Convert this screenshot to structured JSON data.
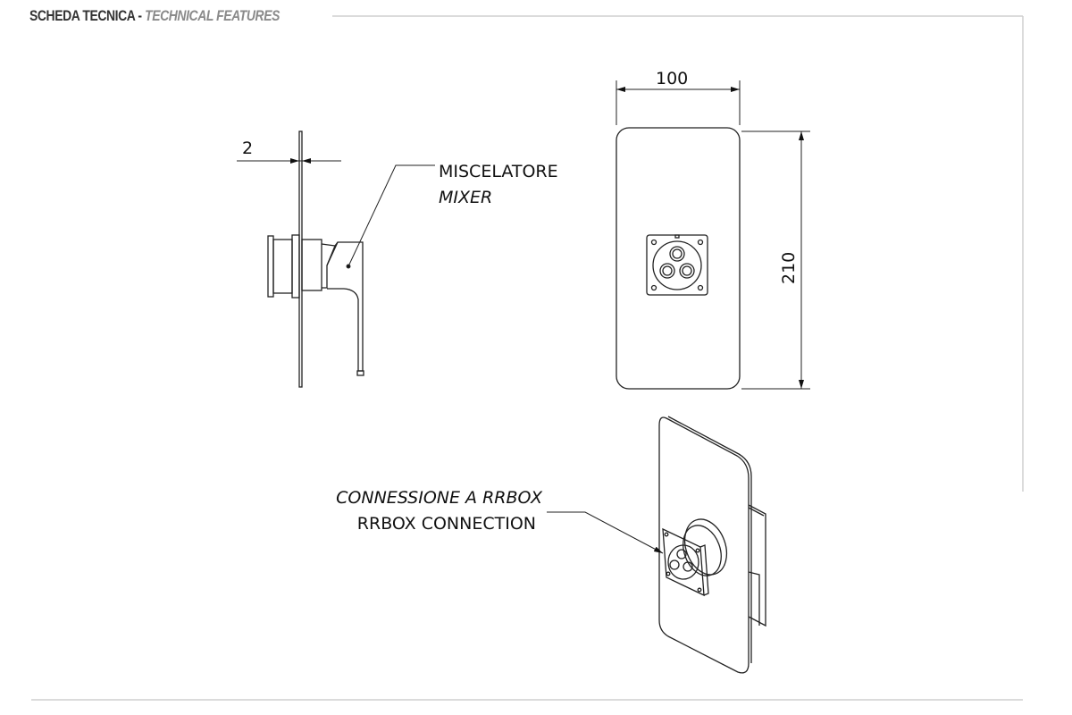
{
  "header": {
    "title_it": "SCHEDA TECNICA",
    "separator": "-",
    "title_en": "TECHNICAL FEATURES"
  },
  "side_view": {
    "dimension_thickness": "2",
    "label_it": "MISCELATORE",
    "label_en": "MIXER"
  },
  "front_view": {
    "dimension_width": "100",
    "dimension_height": "210"
  },
  "iso_view": {
    "label_it": "CONNESSIONE A RRBOX",
    "label_en": "RRBOX CONNECTION"
  },
  "colors": {
    "line": "#222222",
    "frame": "#cccccc",
    "title_gray": "#8a8a8a"
  }
}
